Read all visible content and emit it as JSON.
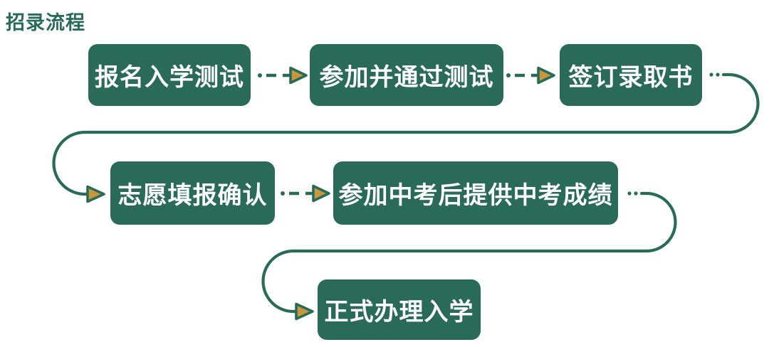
{
  "title": "招录流程",
  "colors": {
    "green": "#2A6B58",
    "gold": "#C6973F",
    "box_text": "#FFFFFF",
    "background": "#FFFFFF"
  },
  "flow": {
    "type": "flowchart",
    "steps": [
      {
        "order": 1,
        "label": "报名入学测试"
      },
      {
        "order": 2,
        "label": "参加并通过测试"
      },
      {
        "order": 3,
        "label": "签订录取书"
      },
      {
        "order": 4,
        "label": "志愿填报确认"
      },
      {
        "order": 5,
        "label": "参加中考后提供中考成绩"
      },
      {
        "order": 6,
        "label": "正式办理入学"
      }
    ],
    "connections": [
      {
        "from": 1,
        "to": 2,
        "style": "dashed-arrow"
      },
      {
        "from": 2,
        "to": 3,
        "style": "dashed-arrow"
      },
      {
        "from": 3,
        "to": 4,
        "style": "dotted-then-solid-wrap-curve"
      },
      {
        "from": 4,
        "to": 5,
        "style": "dashed-arrow"
      },
      {
        "from": 5,
        "to": 6,
        "style": "dotted-then-solid-wrap-curve"
      }
    ],
    "arrow_head_style": "triangle-gold-fill-green-outline"
  }
}
